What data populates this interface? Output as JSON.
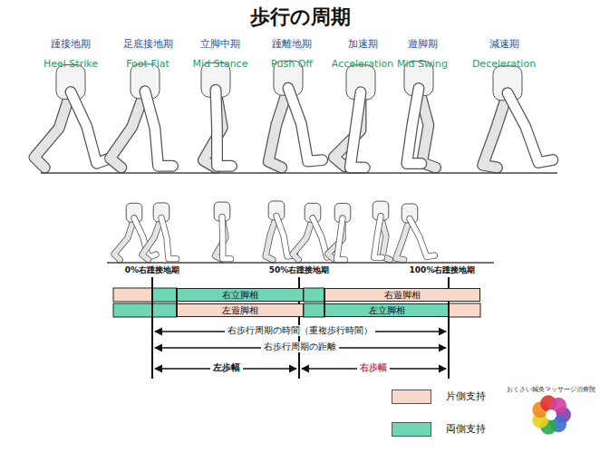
{
  "diagram": {
    "title": "歩行の周期",
    "nodes": [
      {
        "text": [
          "右立脚相"
        ]
      },
      {
        "text": [
          "右遊脚相"
        ]
      },
      {
        "text": [
          "左遊脚相"
        ]
      },
      {
        "text": [
          "左立脚相"
        ]
      }
    ],
    "labels": [
      "踵接地期",
      "足底接地期",
      "立脚中期",
      "踵離地期",
      "加速期",
      "遊脚期",
      "減速期",
      "Heel Strike",
      "Foot Flat",
      "Mid Stance",
      "Push Off",
      "Acceleration",
      "Mid Swing",
      "Deceleration",
      "0%右踵接地期",
      "50%右踵接地期",
      "100%右踵接地期",
      "右歩行周期の時間（重複歩行時間）",
      "右歩行周期の距離",
      "左歩幅",
      "右歩幅",
      "おくさい鍼灸マッサージ治療院"
    ],
    "legend": [
      {
        "text": "片側支持",
        "color": "#f8d8c8"
      },
      {
        "text": "両側支持",
        "color": "#6fd6b6"
      }
    ]
  }
}
